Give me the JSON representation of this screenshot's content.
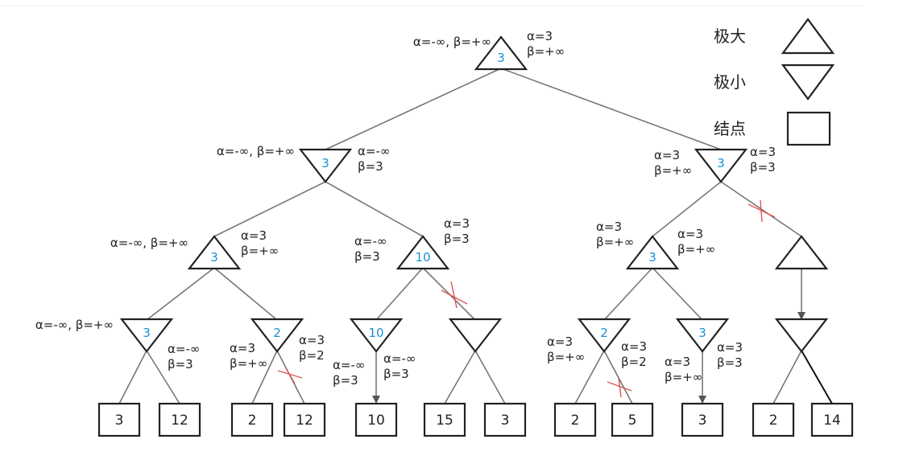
{
  "legend": {
    "items": [
      {
        "label": "极大",
        "shape": "triangle-up"
      },
      {
        "label": "极小",
        "shape": "triangle-down"
      },
      {
        "label": "结点",
        "shape": "square"
      }
    ]
  },
  "nodes": [
    {
      "id": "root",
      "kind": "max",
      "value": "3"
    },
    {
      "id": "L1a",
      "kind": "min",
      "value": "3"
    },
    {
      "id": "L1b",
      "kind": "min",
      "value": "3"
    },
    {
      "id": "L2a",
      "kind": "max",
      "value": "3"
    },
    {
      "id": "L2b",
      "kind": "max",
      "value": "10"
    },
    {
      "id": "L2c",
      "kind": "max",
      "value": "3"
    },
    {
      "id": "L2d",
      "kind": "max",
      "value": ""
    },
    {
      "id": "L3a",
      "kind": "min",
      "value": "3"
    },
    {
      "id": "L3b",
      "kind": "min",
      "value": "2"
    },
    {
      "id": "L3c",
      "kind": "min",
      "value": "10"
    },
    {
      "id": "L3d",
      "kind": "min",
      "value": ""
    },
    {
      "id": "L3e",
      "kind": "min",
      "value": "2"
    },
    {
      "id": "L3f",
      "kind": "min",
      "value": "3"
    },
    {
      "id": "L3g",
      "kind": "min",
      "value": ""
    }
  ],
  "leaves": [
    "3",
    "12",
    "2",
    "12",
    "10",
    "15",
    "3",
    "2",
    "5",
    "3",
    "2",
    "14"
  ],
  "annotations": [
    {
      "id": "root-left",
      "lines": [
        "α=-∞,  β=+∞"
      ]
    },
    {
      "id": "root-right",
      "lines": [
        "α=3",
        "β=+∞"
      ]
    },
    {
      "id": "L1a-left",
      "lines": [
        "α=-∞,  β=+∞"
      ]
    },
    {
      "id": "L1a-right",
      "lines": [
        "α=-∞",
        "β=3"
      ]
    },
    {
      "id": "L1b-left",
      "lines": [
        "α=3",
        "β=+∞"
      ]
    },
    {
      "id": "L1b-right",
      "lines": [
        "α=3",
        "β=3"
      ]
    },
    {
      "id": "L2a-left",
      "lines": [
        "α=-∞,  β=+∞"
      ]
    },
    {
      "id": "L2a-right",
      "lines": [
        "α=3",
        "β=+∞"
      ]
    },
    {
      "id": "L2b-left",
      "lines": [
        "α=-∞",
        "β=3"
      ]
    },
    {
      "id": "L2b-right",
      "lines": [
        "α=3",
        "β=3"
      ]
    },
    {
      "id": "L2c-left",
      "lines": [
        "α=3",
        "β=+∞"
      ]
    },
    {
      "id": "L2c-right",
      "lines": [
        "α=3",
        "β=+∞"
      ]
    },
    {
      "id": "L3a-left",
      "lines": [
        "α=-∞,  β=+∞"
      ]
    },
    {
      "id": "L3a-right",
      "lines": [
        "α=-∞",
        "β=3"
      ]
    },
    {
      "id": "L3b-left",
      "lines": [
        "α=3",
        "β=+∞"
      ]
    },
    {
      "id": "L3b-right",
      "lines": [
        "α=3",
        "β=2"
      ]
    },
    {
      "id": "L3c-left",
      "lines": [
        "α=-∞",
        "β=3"
      ]
    },
    {
      "id": "L3c-right",
      "lines": [
        "α=-∞",
        "β=3"
      ]
    },
    {
      "id": "L3e-left",
      "lines": [
        "α=3",
        "β=+∞"
      ]
    },
    {
      "id": "L3e-right",
      "lines": [
        "α=3",
        "β=2"
      ]
    },
    {
      "id": "L3f-left",
      "lines": [
        "α=3",
        "β=+∞"
      ]
    },
    {
      "id": "L3f-right",
      "lines": [
        "α=3",
        "β=3"
      ]
    }
  ]
}
